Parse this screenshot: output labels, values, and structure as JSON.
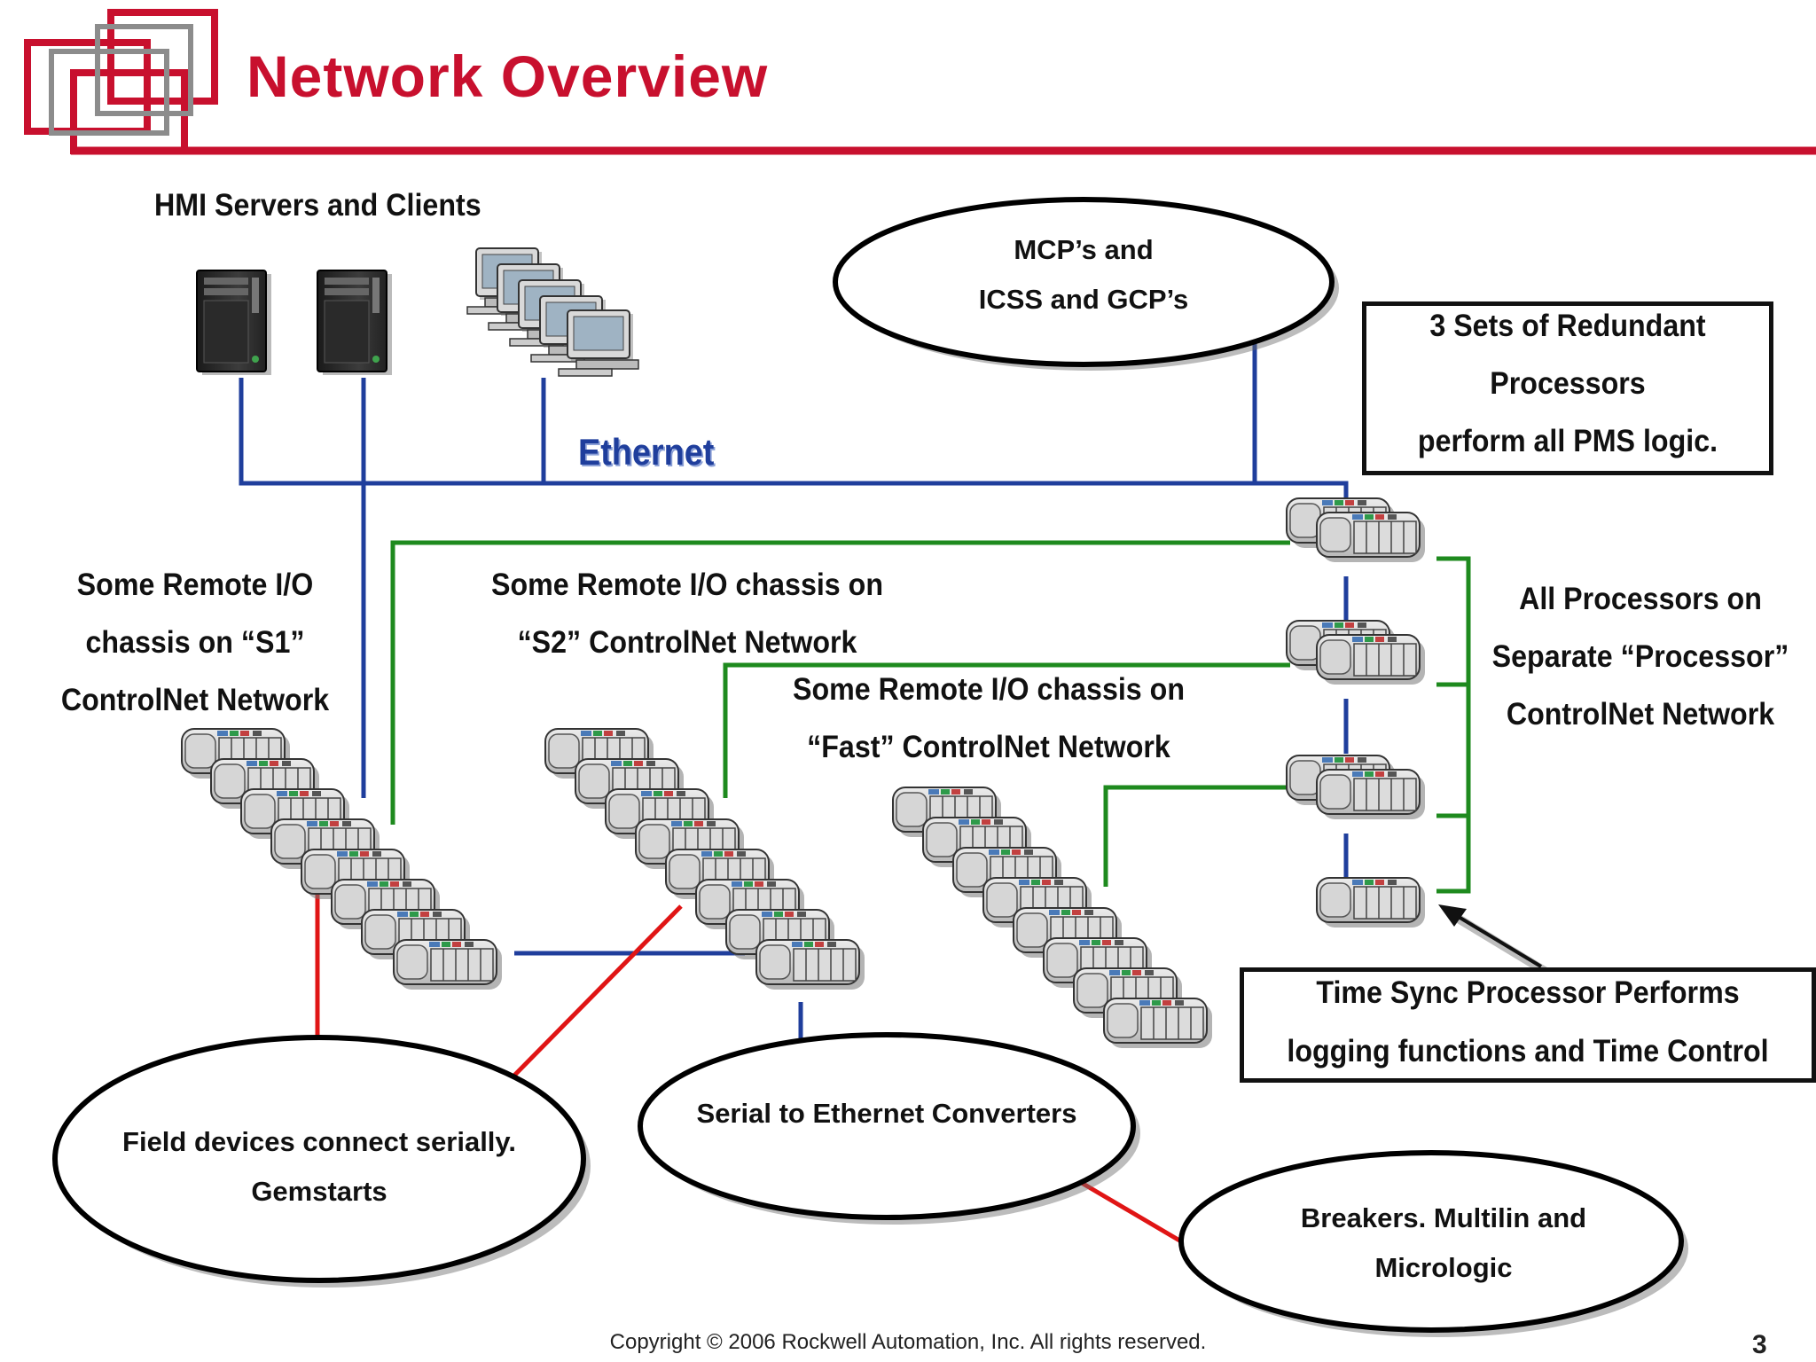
{
  "header": {
    "title": "Network Overview",
    "accent_color": "#c8102e"
  },
  "labels": {
    "hmi": "HMI Servers and Clients",
    "ethernet": "Ethernet",
    "s1_line1": "Some Remote I/O",
    "s1_line2": "chassis on “S1”",
    "s1_line3": "ControlNet Network",
    "s2_line1": "Some Remote I/O chassis on",
    "s2_line2": "“S2” ControlNet Network",
    "fast_line1": "Some Remote I/O chassis on",
    "fast_line2": "“Fast” ControlNet Network",
    "proc_line1": "All Processors on",
    "proc_line2": "Separate “Processor”",
    "proc_line3": "ControlNet Network"
  },
  "boxes": {
    "redundant_line1": "3 Sets of Redundant",
    "redundant_line2": "Processors",
    "redundant_line3": "perform all PMS logic.",
    "timesync_line1": "Time Sync Processor Performs",
    "timesync_line2": "logging functions and Time Control"
  },
  "ellipses": {
    "mcp_line1": "MCP’s and",
    "mcp_line2": "ICSS and GCP’s",
    "field_line1": "Field devices connect serially.",
    "field_line2": "Gemstarts",
    "serial": "Serial to Ethernet Converters",
    "breakers_line1": "Breakers. Multilin and",
    "breakers_line2": "Micrologic"
  },
  "footer": {
    "copyright": "Copyright © 2006 Rockwell Automation, Inc. All rights reserved.",
    "page": "3"
  },
  "colors": {
    "ethernet_line": "#1f3e9c",
    "controlnet_line": "#1e8a1e",
    "serial_line": "#e01515"
  },
  "icons": [
    "server-tower-icon",
    "workstation-stack-icon",
    "io-chassis-icon",
    "processor-chassis-icon"
  ]
}
